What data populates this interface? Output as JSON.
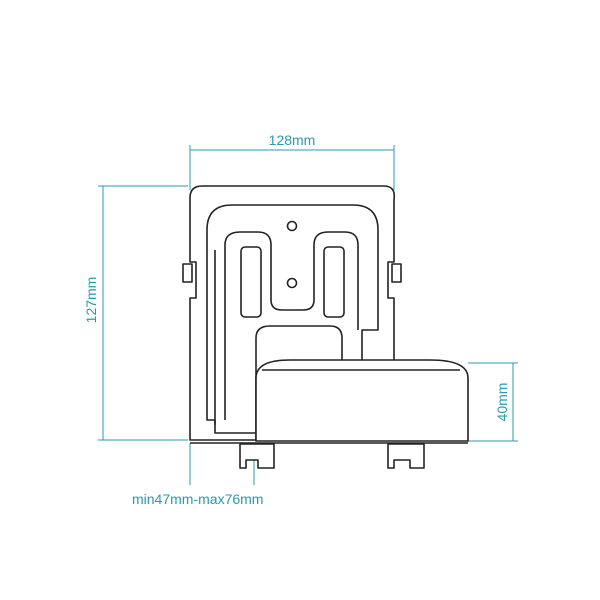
{
  "dimensions": {
    "width_label": "128mm",
    "height_label": "127mm",
    "depth_label": "40mm",
    "range_label": "min47mm-max76mm"
  },
  "colors": {
    "dimension_line": "#2a9ab0",
    "outline": "#222222",
    "background": "#ffffff"
  }
}
